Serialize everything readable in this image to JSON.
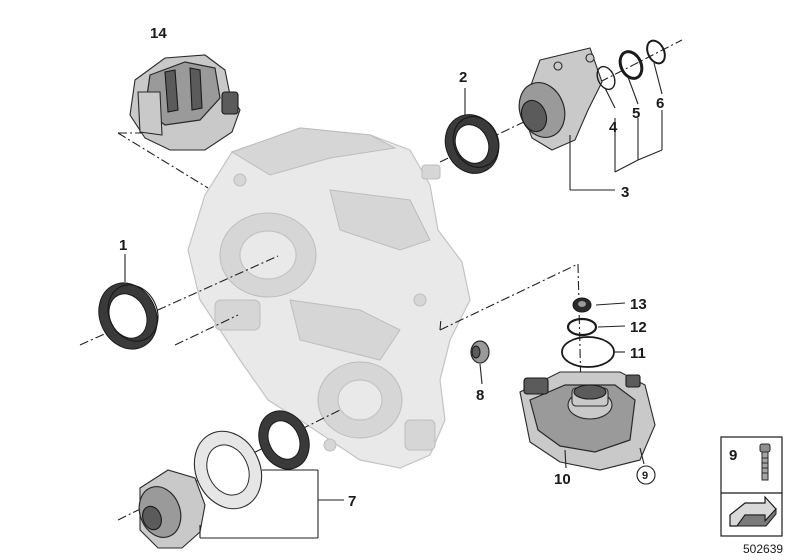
{
  "diagram": {
    "callouts": [
      {
        "id": "c1",
        "text": "1"
      },
      {
        "id": "c2",
        "text": "2"
      },
      {
        "id": "c3",
        "text": "3"
      },
      {
        "id": "c4",
        "text": "4"
      },
      {
        "id": "c5",
        "text": "5"
      },
      {
        "id": "c6",
        "text": "6"
      },
      {
        "id": "c7",
        "text": "7"
      },
      {
        "id": "c8",
        "text": "8"
      },
      {
        "id": "c9",
        "text": "9"
      },
      {
        "id": "c10",
        "text": "10"
      },
      {
        "id": "c11",
        "text": "11"
      },
      {
        "id": "c12",
        "text": "12"
      },
      {
        "id": "c13",
        "text": "13"
      },
      {
        "id": "c14",
        "text": "14"
      }
    ],
    "circled_ref": "9",
    "inset": {
      "label": "9"
    },
    "drawing_number": "502639"
  },
  "colors": {
    "housing": "#e9e9e9",
    "parts": "#9a9a9a",
    "lines": "#222222"
  }
}
